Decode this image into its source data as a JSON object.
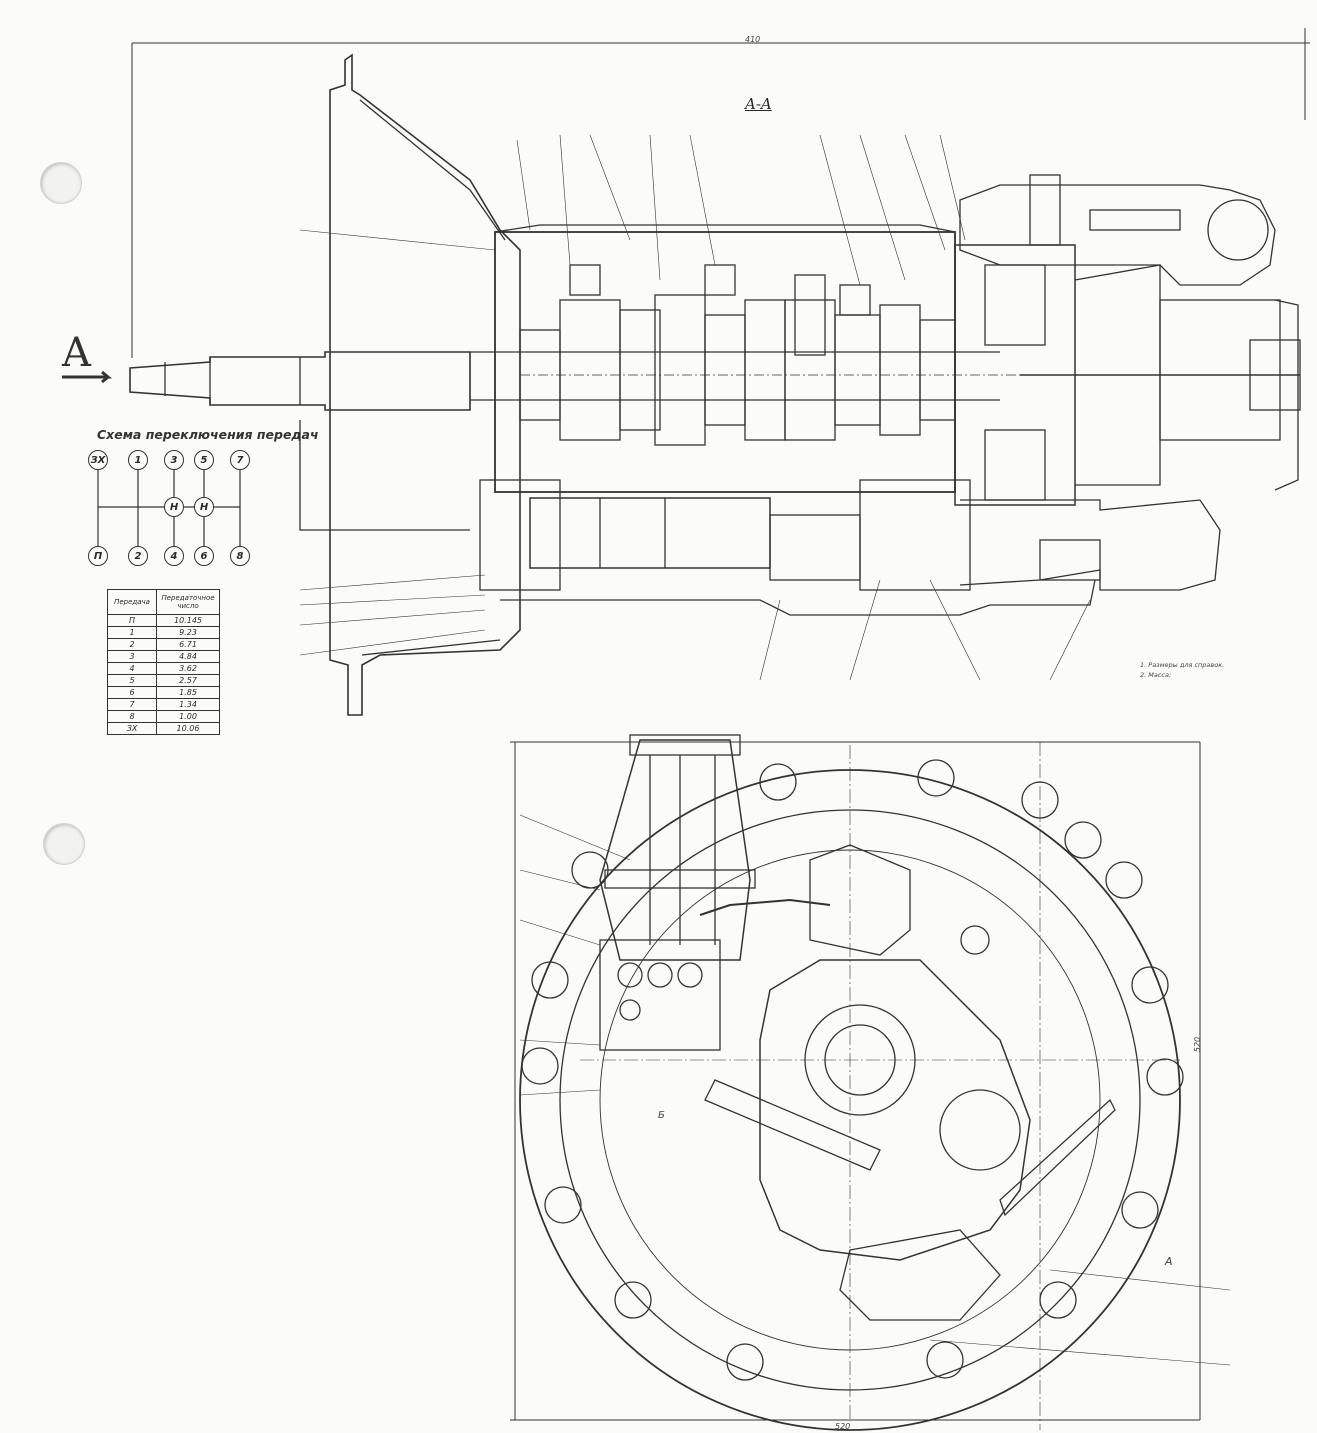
{
  "drawing": {
    "section_label": "A-A",
    "view_marker": "A",
    "side_marker": "A",
    "detail_marker": "Б",
    "dimension_top": "410",
    "dimension_bottom": "520",
    "dimension_right": "520"
  },
  "shift_scheme": {
    "title": "Схема переключения передач",
    "top_row": [
      "ЗХ",
      "1",
      "3",
      "5",
      "7"
    ],
    "bottom_row": [
      "П",
      "2",
      "4",
      "6",
      "8"
    ],
    "neutral": "Н"
  },
  "ratio_table": {
    "headers": [
      "Передача",
      "Передаточное число"
    ],
    "rows": [
      [
        "П",
        "10.145"
      ],
      [
        "1",
        "9.23"
      ],
      [
        "2",
        "6.71"
      ],
      [
        "3",
        "4.84"
      ],
      [
        "4",
        "3.62"
      ],
      [
        "5",
        "2.57"
      ],
      [
        "6",
        "1.85"
      ],
      [
        "7",
        "1.34"
      ],
      [
        "8",
        "1.00"
      ],
      [
        "ЗХ",
        "10.06"
      ]
    ]
  },
  "notes": {
    "line1": "1. Размеры для справок.",
    "line2": "2. Масса:"
  }
}
